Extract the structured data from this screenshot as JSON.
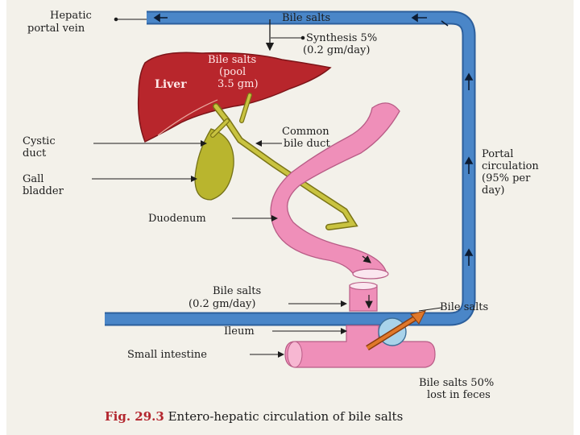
{
  "figure": {
    "caption_number": "Fig. 29.3",
    "caption_text": "Entero-hepatic circulation of bile salts"
  },
  "labels": {
    "hepatic_portal_vein_1": "Hepatic",
    "hepatic_portal_vein_2": "portal vein",
    "bile_salts_top": "Bile salts",
    "synthesis_1": "Synthesis 5%",
    "synthesis_2": "(0.2 gm/day)",
    "liver": "Liver",
    "pool_1": "Bile salts",
    "pool_2": "(pool",
    "pool_3": "3.5 gm)",
    "cystic_duct_1": "Cystic",
    "cystic_duct_2": "duct",
    "common_bile_duct_1": "Common",
    "common_bile_duct_2": "bile duct",
    "gall_bladder_1": "Gall",
    "gall_bladder_2": "bladder",
    "portal_circulation_1": "Portal",
    "portal_circulation_2": "circulation",
    "portal_circulation_3": "(95% per",
    "portal_circulation_4": "day)",
    "duodenum": "Duodenum",
    "bile_salts_middle_1": "Bile salts",
    "bile_salts_middle_2": "(0.2 gm/day)",
    "bile_salts_right": "Bile salts",
    "ileum": "Ileum",
    "small_intestine": "Small intestine",
    "lost_1": "Bile salts 50%",
    "lost_2": "lost in feces"
  },
  "colors": {
    "vessel": "#4a86c8",
    "vessel_edge": "#2c5f9c",
    "liver": "#b8262c",
    "gall_bladder": "#b9b52e",
    "intestine": "#ef8fb9",
    "junction": "#a9d3ea",
    "arrow_orange": "#e0782a"
  }
}
